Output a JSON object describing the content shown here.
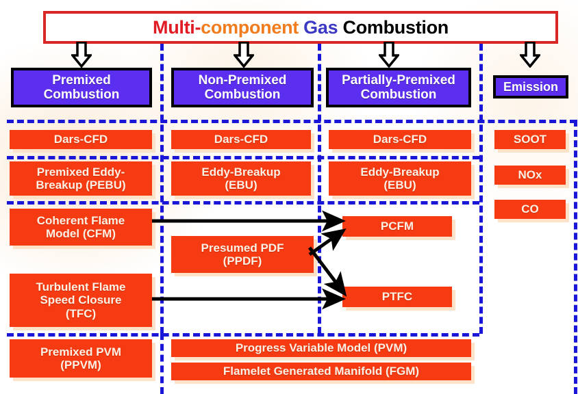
{
  "title": {
    "part1": "Multi-",
    "part2": "component",
    "part3": " Gas",
    "part4": " Combustion",
    "colors": {
      "part1": "#e01b24",
      "part2": "#f07c1e",
      "part3": "#3b39c4",
      "part4": "#000000",
      "border": "#d92626"
    }
  },
  "colors": {
    "category_box": "#5b2ef0",
    "model_box": "#f63b12",
    "model_shadow": "#fbe2c9",
    "grid_dash": "#1a16d8",
    "arrow": "#000000",
    "background": "#ffffff"
  },
  "categories": [
    {
      "line1": "Premixed",
      "line2": "Combustion"
    },
    {
      "line1": "Non-Premixed",
      "line2": "Combustion"
    },
    {
      "line1": "Partially-Premixed",
      "line2": "Combustion"
    },
    {
      "line1": "Emission",
      "line2": ""
    }
  ],
  "columns": {
    "premixed": {
      "models": [
        {
          "line1": "Dars-CFD",
          "line2": ""
        },
        {
          "line1": "Premixed Eddy-",
          "line2": "Breakup (PEBU)"
        },
        {
          "line1": "Coherent Flame",
          "line2": "Model (CFM)"
        },
        {
          "line1": "Turbulent Flame",
          "line2": "Speed Closure",
          "line3": "(TFC)"
        },
        {
          "line1": "Premixed PVM",
          "line2": "(PPVM)"
        }
      ]
    },
    "non_premixed": {
      "models": [
        {
          "line1": "Dars-CFD",
          "line2": ""
        },
        {
          "line1": "Eddy-Breakup",
          "line2": "(EBU)"
        },
        {
          "line1": "Presumed PDF",
          "line2": "(PPDF)"
        }
      ]
    },
    "partially_premixed": {
      "models": [
        {
          "line1": "Dars-CFD",
          "line2": ""
        },
        {
          "line1": "Eddy-Breakup",
          "line2": "(EBU)"
        },
        {
          "line1": "PCFM",
          "line2": ""
        },
        {
          "line1": "PTFC",
          "line2": ""
        }
      ]
    },
    "emission": {
      "models": [
        {
          "line1": "SOOT",
          "line2": ""
        },
        {
          "line1": "NOx",
          "line2": ""
        },
        {
          "line1": "CO",
          "line2": ""
        }
      ]
    },
    "shared_bottom": {
      "models": [
        {
          "line1": "Progress Variable Model (PVM)",
          "line2": ""
        },
        {
          "line1": "Flamelet Generated Manifold (FGM)",
          "line2": ""
        }
      ]
    }
  },
  "arrows": {
    "cfm_to_pcfm": "Coherent Flame Model (CFM) to PCFM",
    "tfc_to_ptfc": "Turbulent Flame Speed Closure (TFC) to PTFC",
    "ppdf_to_pcfm": "Presumed PDF (PPDF) to PCFM",
    "ppdf_to_ptfc": "Presumed PDF (PPDF) to PTFC"
  }
}
